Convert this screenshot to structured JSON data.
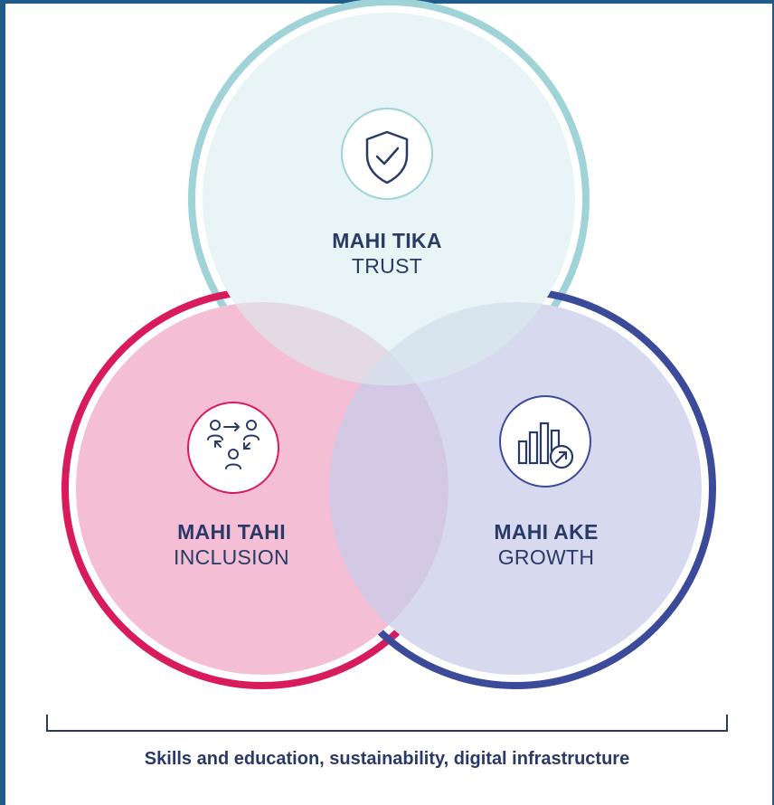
{
  "circles": {
    "trust": {
      "maori": "MAHI TIKA",
      "english": "TRUST",
      "icon": "shield-check-icon",
      "ring_color": "#9fd3d8",
      "fill_color": "#e6f3f4"
    },
    "inclusion": {
      "maori": "MAHI TAHI",
      "english": "INCLUSION",
      "icon": "people-exchange-icon",
      "ring_color": "#d81b5d",
      "fill_color": "#f3bcd3"
    },
    "growth": {
      "maori": "MAHI AKE",
      "english": "GROWTH",
      "icon": "growth-chart-icon",
      "ring_color": "#3c4a9a",
      "fill_color": "#d6d8ef"
    }
  },
  "caption": "Skills and education, sustainability, digital infrastructure"
}
